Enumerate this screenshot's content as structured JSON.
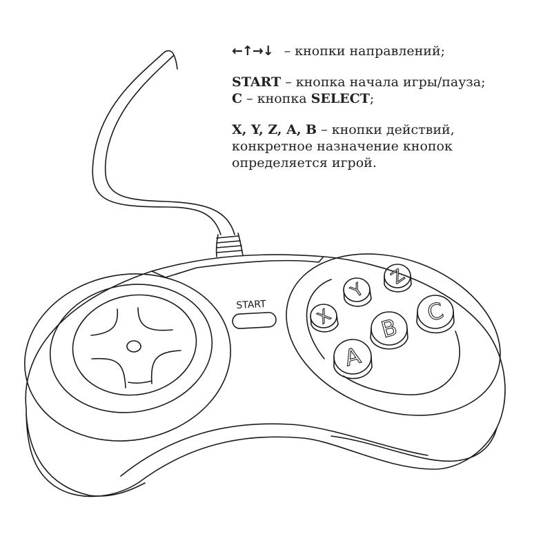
{
  "legend": {
    "directions": {
      "arrows": "←↑→↓",
      "text": " – кнопки направлений;"
    },
    "start": {
      "key": "START",
      "text": " – кнопка начала игры/пауза;"
    },
    "select": {
      "key": "C",
      "mid": " – кнопка ",
      "key2": "SELECT",
      "end": ";"
    },
    "actions": {
      "keys": "X, Y, Z, A, B",
      "text": " – кнопки действий,",
      "line2": "конкретное назначение кнопок",
      "line3": "определяется игрой."
    }
  },
  "gamepad": {
    "start_label": "START",
    "buttons": [
      {
        "label": "X"
      },
      {
        "label": "Y"
      },
      {
        "label": "Z"
      },
      {
        "label": "A"
      },
      {
        "label": "B"
      },
      {
        "label": "C"
      }
    ]
  },
  "colors": {
    "stroke": "#1a1a1a",
    "text": "#222222",
    "background": "#ffffff"
  }
}
